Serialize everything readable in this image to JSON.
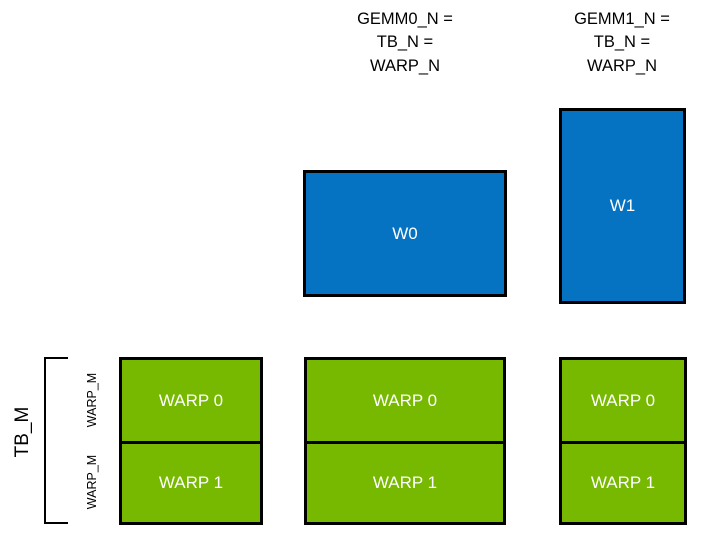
{
  "diagram": {
    "title_semantic": "gemm-warp-tiling-layout",
    "background_color": "#ffffff",
    "colors": {
      "blue_tile": "#0672c2",
      "green_tile": "#76b900",
      "outline": "#000000",
      "tile_text": "#ffffff",
      "annotation_text": "#000000"
    },
    "columns": [
      {
        "id": "col-left",
        "caption": "",
        "has_caption": false
      },
      {
        "id": "col-gemm0",
        "caption": "GEMM0_N =\nTB_N =\nWARP_N",
        "has_caption": true
      },
      {
        "id": "col-gemm1",
        "caption": "GEMM1_N =\nTB_N =\nWARP_N",
        "has_caption": true
      }
    ],
    "blue_tiles": [
      {
        "id": "w0",
        "label": "W0",
        "column": "col-gemm0"
      },
      {
        "id": "w1",
        "label": "W1",
        "column": "col-gemm1"
      }
    ],
    "green_columns": [
      {
        "id": "green-left",
        "cells": [
          {
            "label": "WARP 0"
          },
          {
            "label": "WARP 1"
          }
        ]
      },
      {
        "id": "green-gemm0",
        "cells": [
          {
            "label": "WARP 0"
          },
          {
            "label": "WARP 1"
          }
        ]
      },
      {
        "id": "green-gemm1",
        "cells": [
          {
            "label": "WARP 0"
          },
          {
            "label": "WARP 1"
          }
        ]
      }
    ],
    "annotations": {
      "tb_m": "TB_M",
      "warp_m_top": "WARP_M",
      "warp_m_bottom": "WARP_M"
    }
  }
}
